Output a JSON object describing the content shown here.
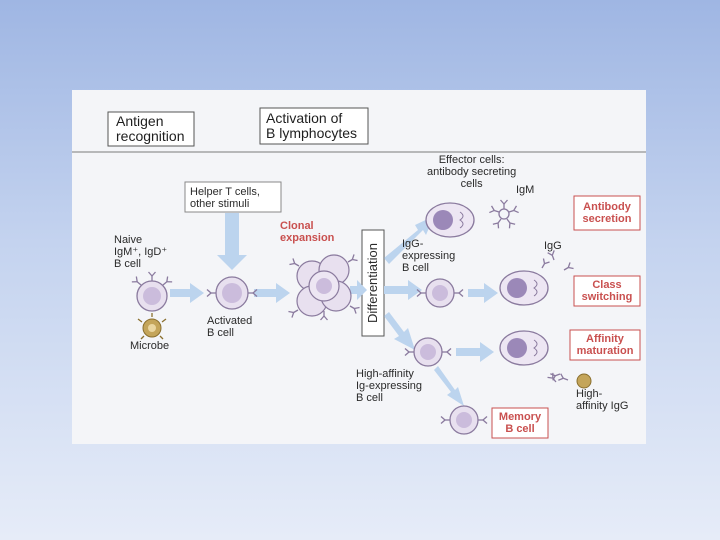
{
  "headers": {
    "antigen_recognition": "Antigen\nrecognition",
    "activation": "Activation of\nB lymphocytes"
  },
  "labels": {
    "naive": "Naive\nIgM⁺, IgD⁺\nB cell",
    "microbe": "Microbe",
    "helper": "Helper T cells,\nother stimuli",
    "activated": "Activated\nB cell",
    "clonal": "Clonal\nexpansion",
    "differentiation": "Differentiation",
    "effector": "Effector cells:\nantibody secreting\ncells",
    "igm": "IgM",
    "igg": "IgG",
    "igg_expressing": "IgG-\nexpressing\nB cell",
    "high_affinity_cell": "High-affinity\nIg-expressing\nB cell",
    "high_affinity_igg": "High-\naffinity IgG"
  },
  "outcomes": {
    "antibody_secretion": "Antibody\nsecretion",
    "class_switching": "Class\nswitching",
    "affinity_maturation": "Affinity\nmaturation",
    "memory_b_cell": "Memory\nB cell"
  },
  "colors": {
    "arrow": "#bcd4ee",
    "cell_fill": "#e8e0ef",
    "cell_stroke": "#8a7a9e",
    "nucleus": "#9b88b8",
    "box_stroke": "#c9504f",
    "outcome_text": "#c9504f",
    "microbe": "#c4a55a"
  }
}
